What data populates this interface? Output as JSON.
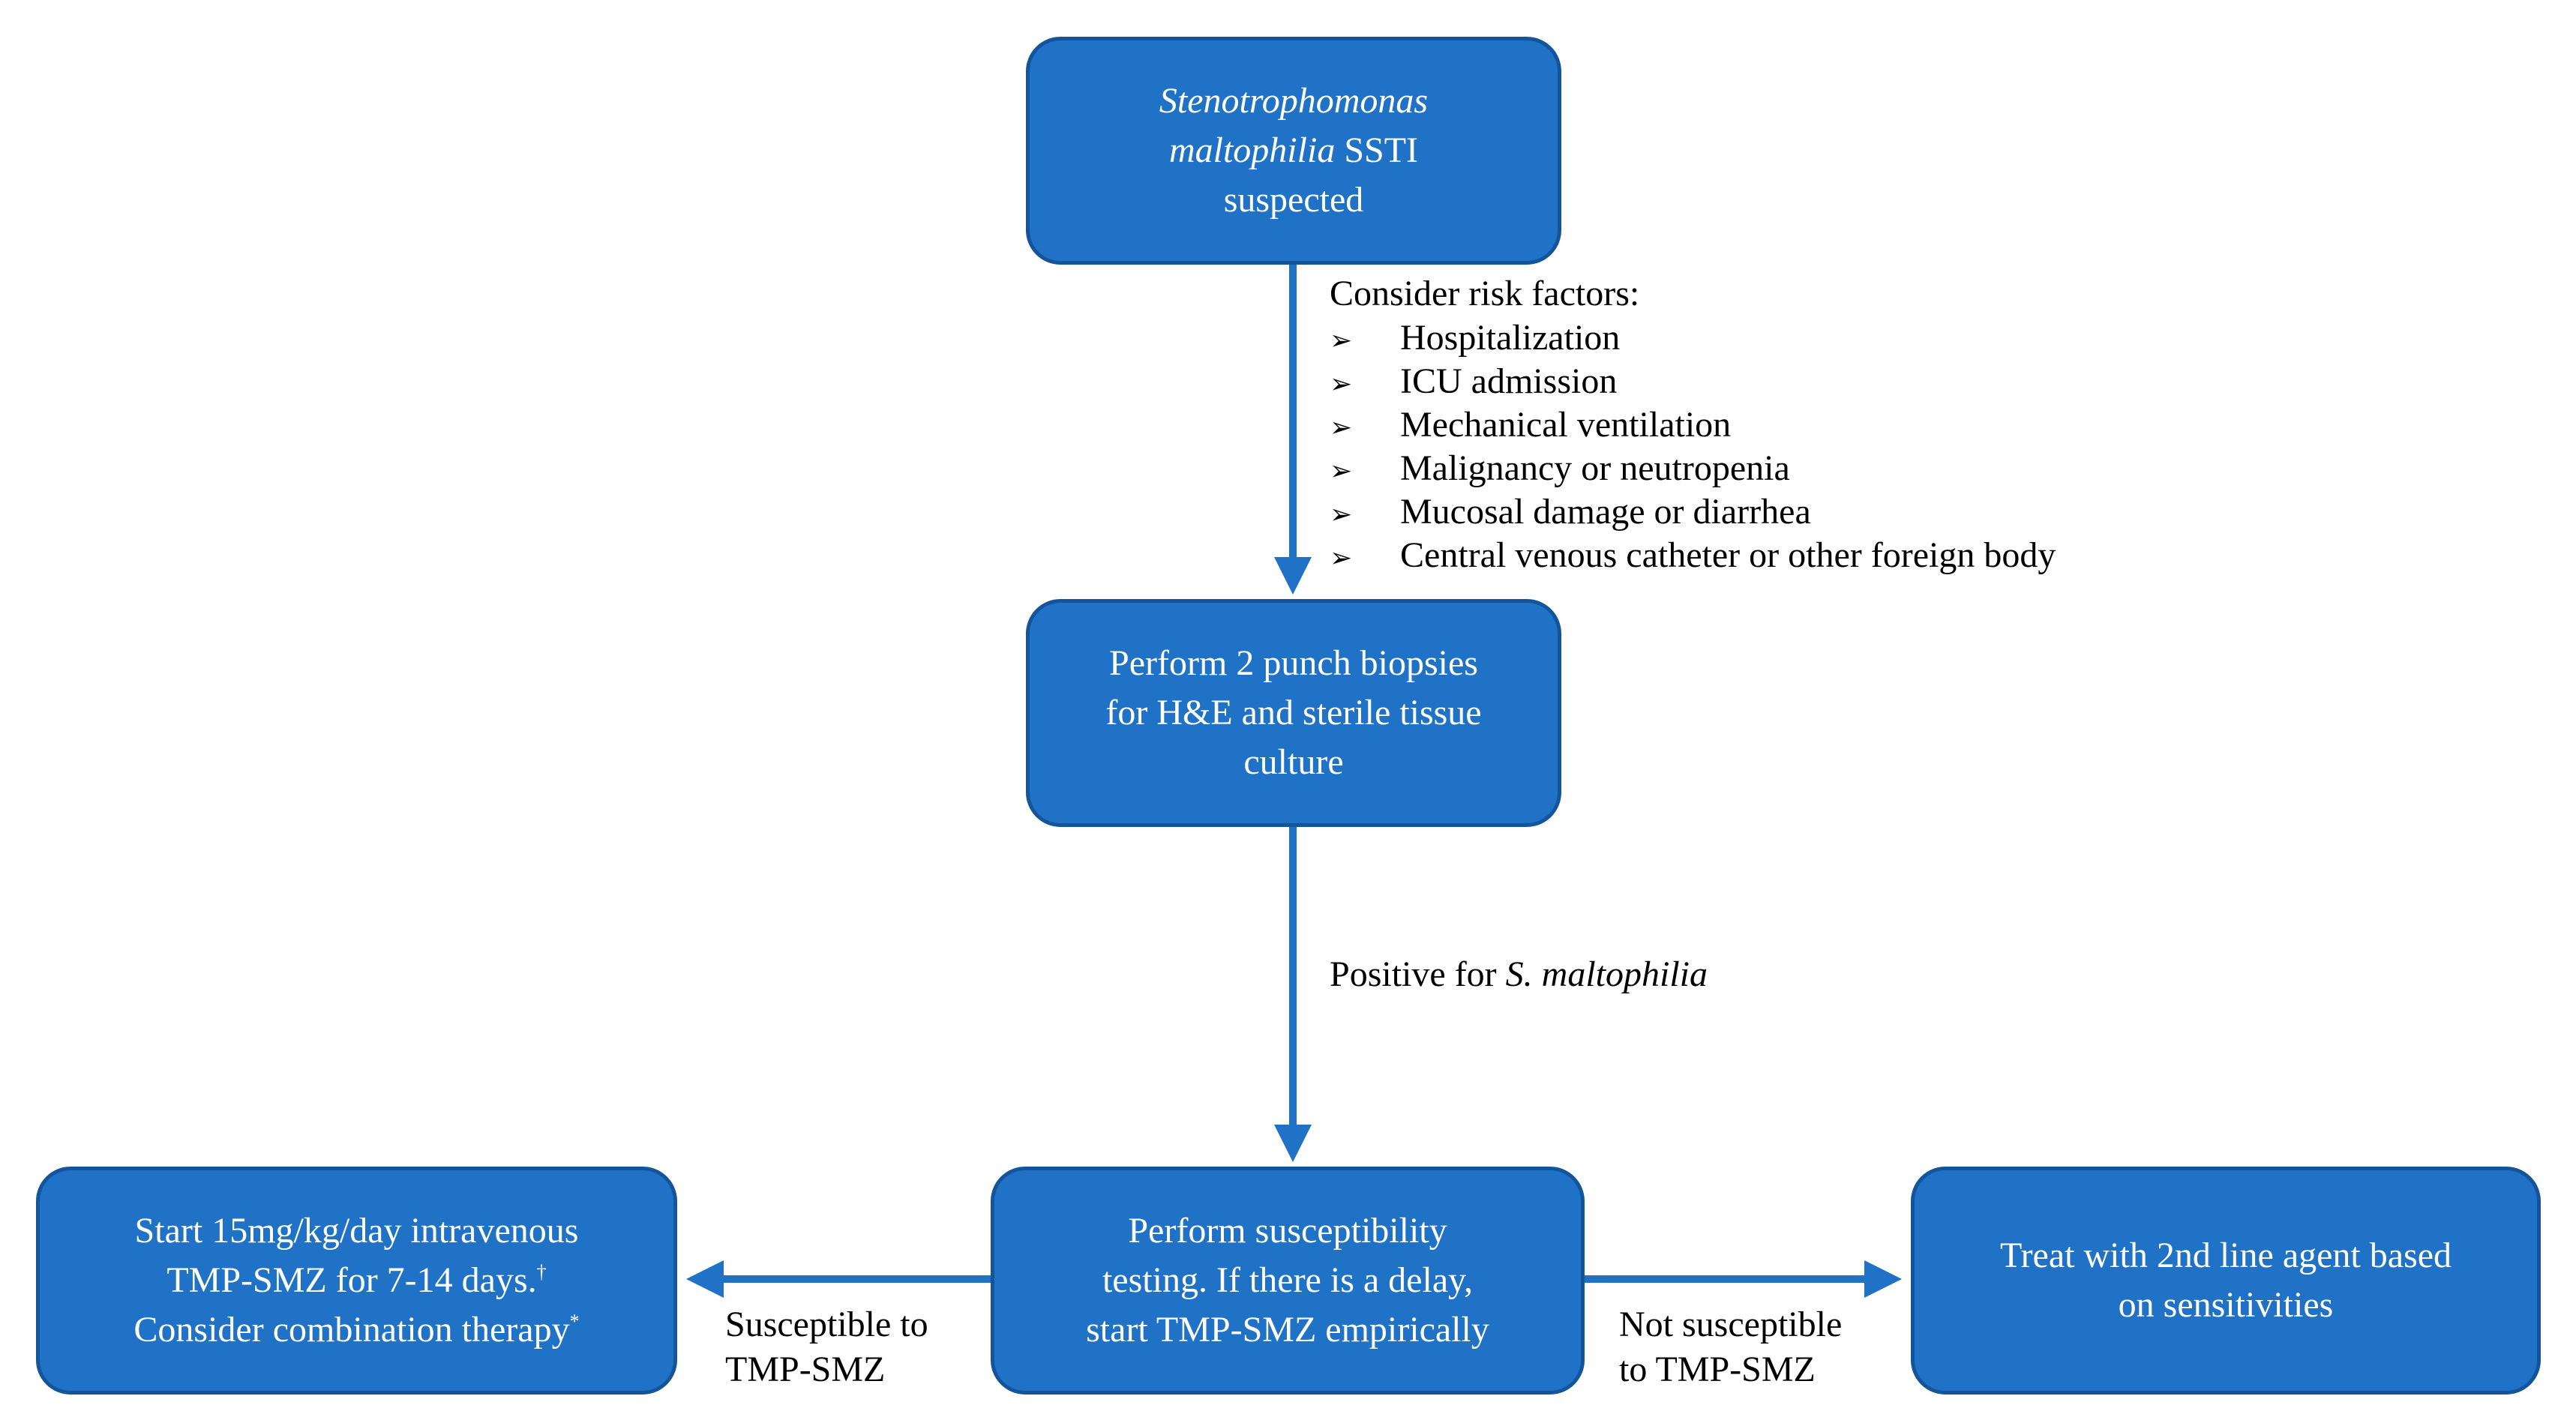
{
  "colors": {
    "node_fill": "#1f72c6",
    "node_border": "#14549a",
    "arrow": "#1f72c6",
    "node_text": "#ffffff",
    "label_text": "#000000"
  },
  "nodes": {
    "start": {
      "line1": "Stenotrophomonas",
      "line2_italic": "maltophilia",
      "line2_rest": " SSTI",
      "line3": "suspected"
    },
    "biopsy": {
      "line1": "Perform 2 punch biopsies",
      "line2": "for H&E and sterile tissue",
      "line3": "culture"
    },
    "susceptibility": {
      "line1": "Perform susceptibility",
      "line2": "testing. If there is a delay,",
      "line3": "start TMP-SMZ empirically"
    },
    "treat_tmp_smz": {
      "line1": "Start 15mg/kg/day intravenous",
      "line2": "TMP-SMZ  for 7-14 days.",
      "line2_mark": "†",
      "line3": "Consider combination therapy",
      "line3_mark": "*"
    },
    "treat_second_line": {
      "line1": "Treat with 2nd line agent based",
      "line2": "on sensitivities"
    }
  },
  "risk_factors": {
    "heading": "Consider risk factors:",
    "bullet_icon": "arrowhead-bullet-icon",
    "bullet_glyph": "➢",
    "items": [
      "Hospitalization",
      "ICU admission",
      "Mechanical ventilation",
      "Malignancy or neutropenia",
      "Mucosal damage or diarrhea",
      "Central venous catheter or other foreign body"
    ]
  },
  "edge_labels": {
    "positive_prefix": "Positive for ",
    "positive_organism": "S. maltophilia",
    "susceptible_line1": "Susceptible to",
    "susceptible_line2": "TMP-SMZ",
    "not_susceptible_line1": "Not susceptible",
    "not_susceptible_line2": "to TMP-SMZ"
  }
}
